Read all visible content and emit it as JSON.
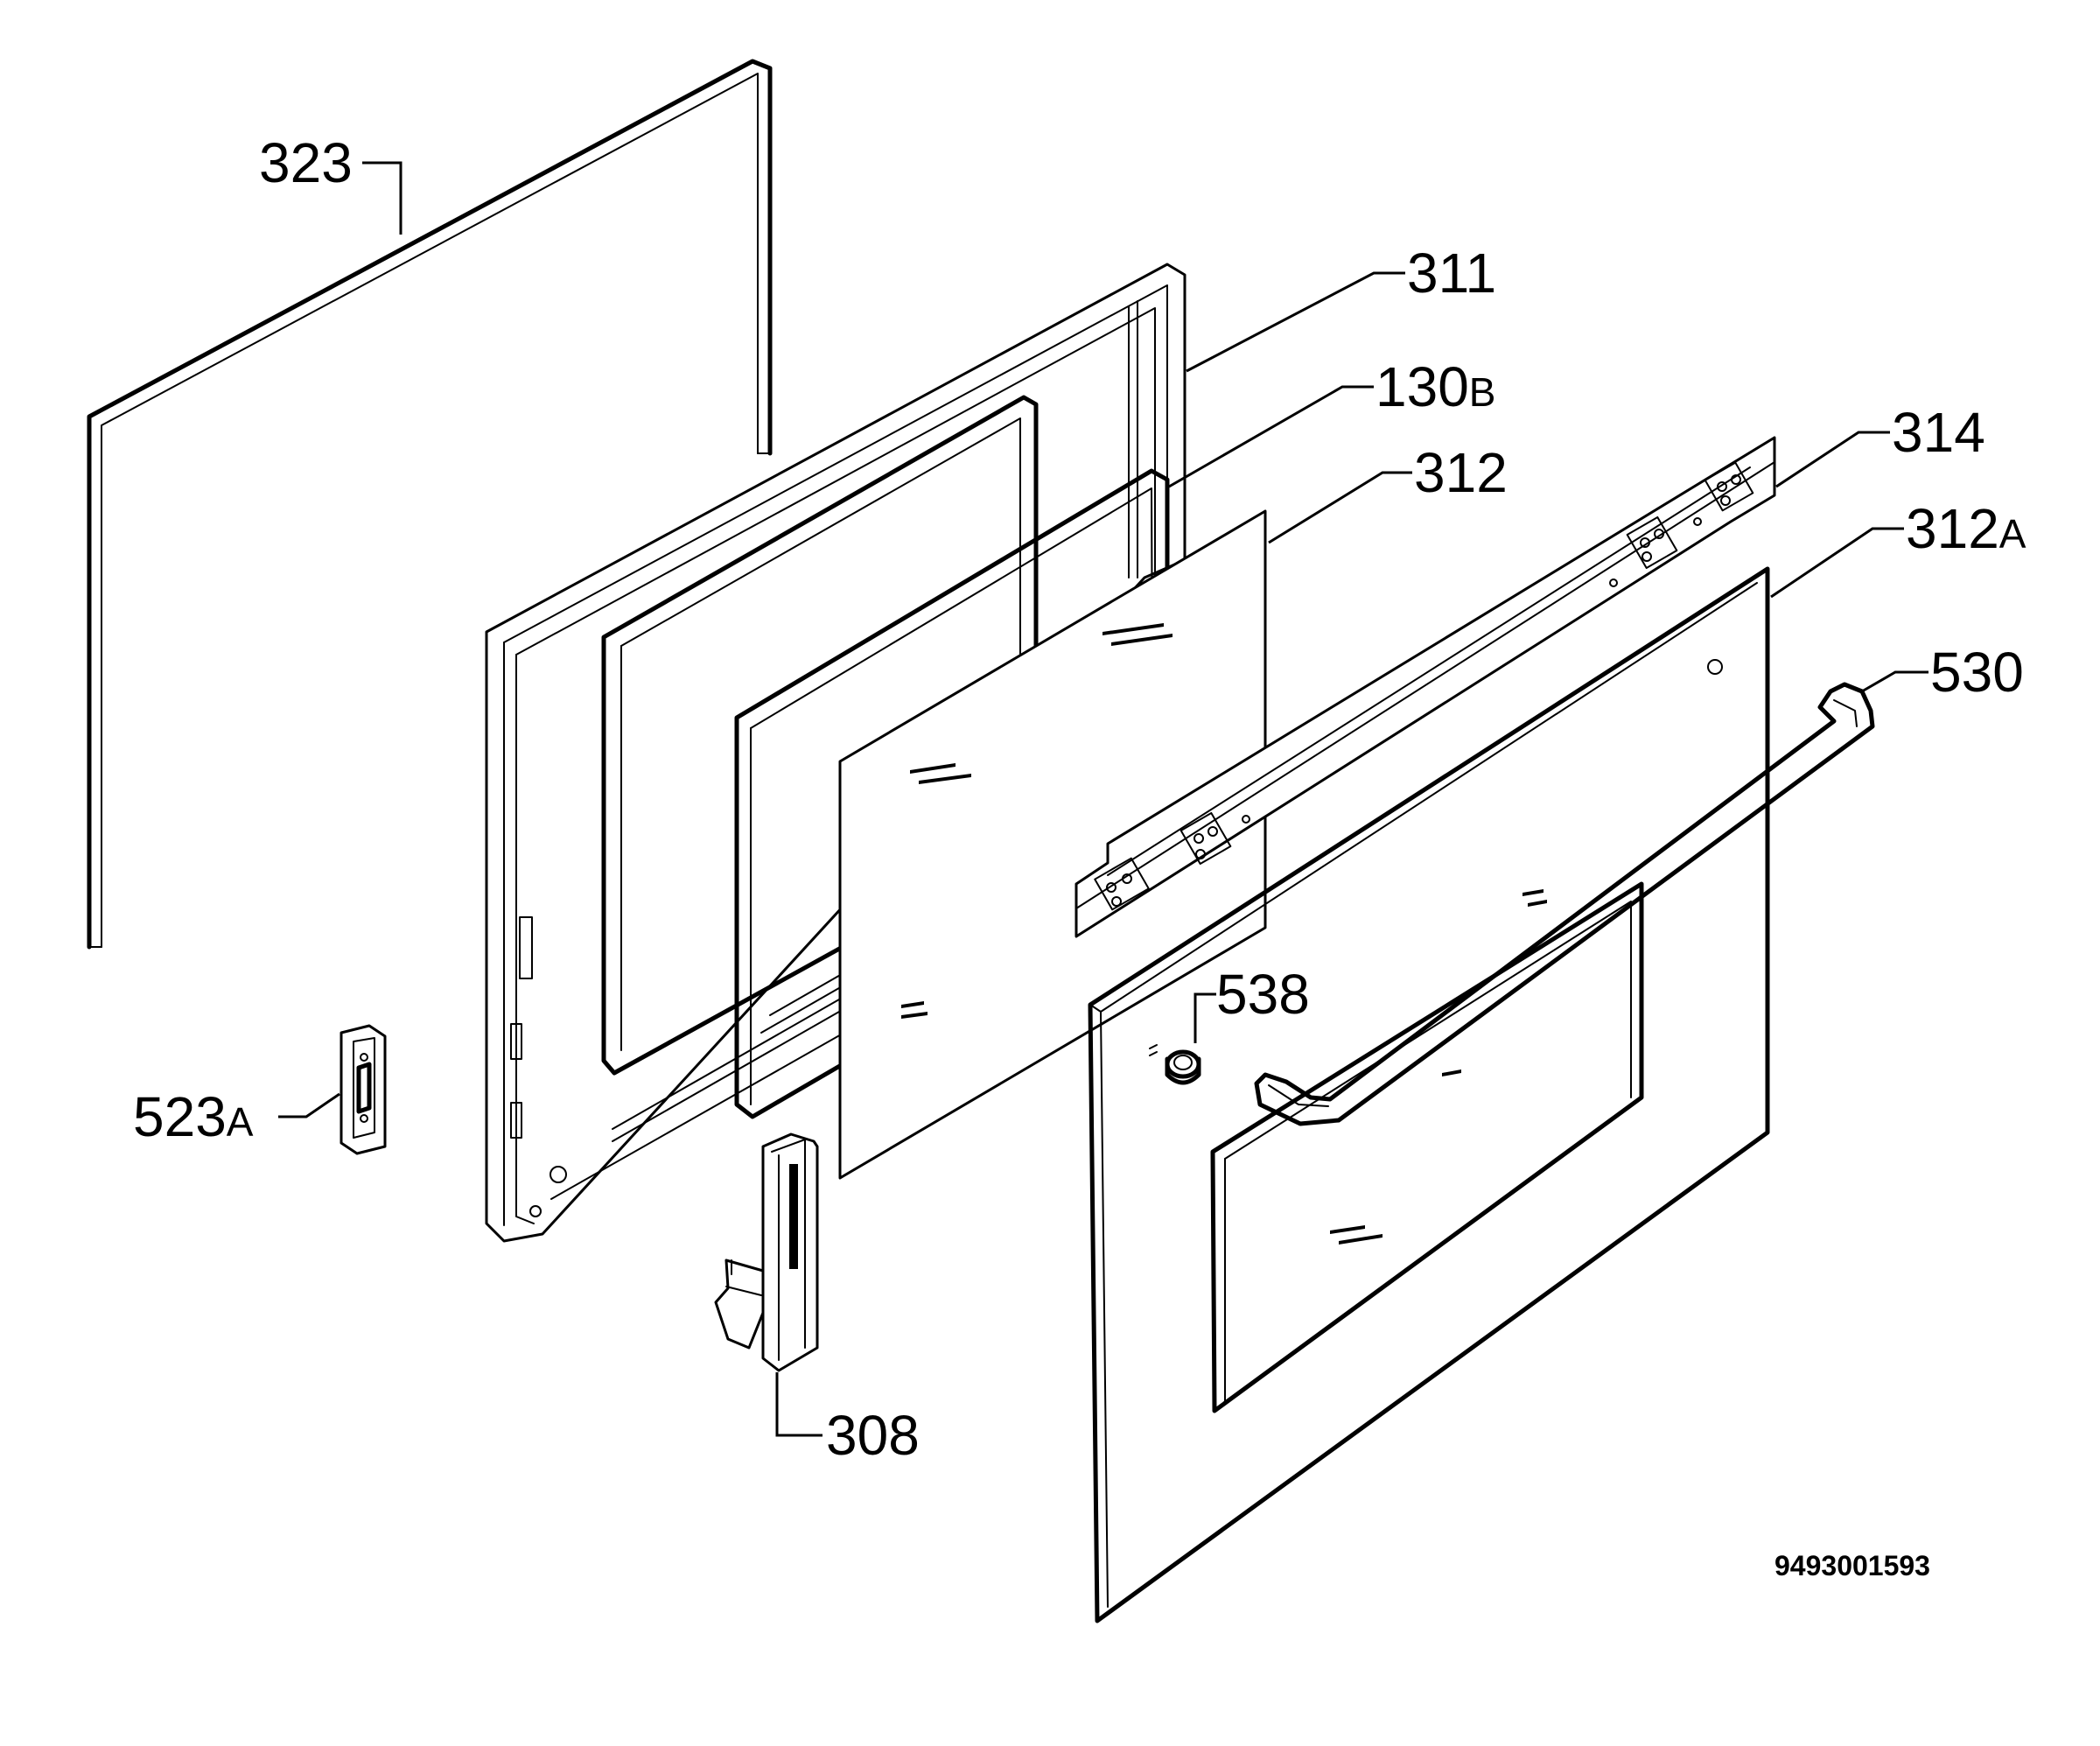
{
  "labels": {
    "p323": "323",
    "p311": "311",
    "p130b_num": "130",
    "p130b_suffix": "B",
    "p312": "312",
    "p314": "314",
    "p312a_num": "312",
    "p312a_suffix": "A",
    "p530": "530",
    "p538": "538",
    "p523a_num": "523",
    "p523a_suffix": "A",
    "p308": "308"
  },
  "document_code": "9493001593",
  "colors": {
    "line": "#000000",
    "background": "#ffffff"
  }
}
